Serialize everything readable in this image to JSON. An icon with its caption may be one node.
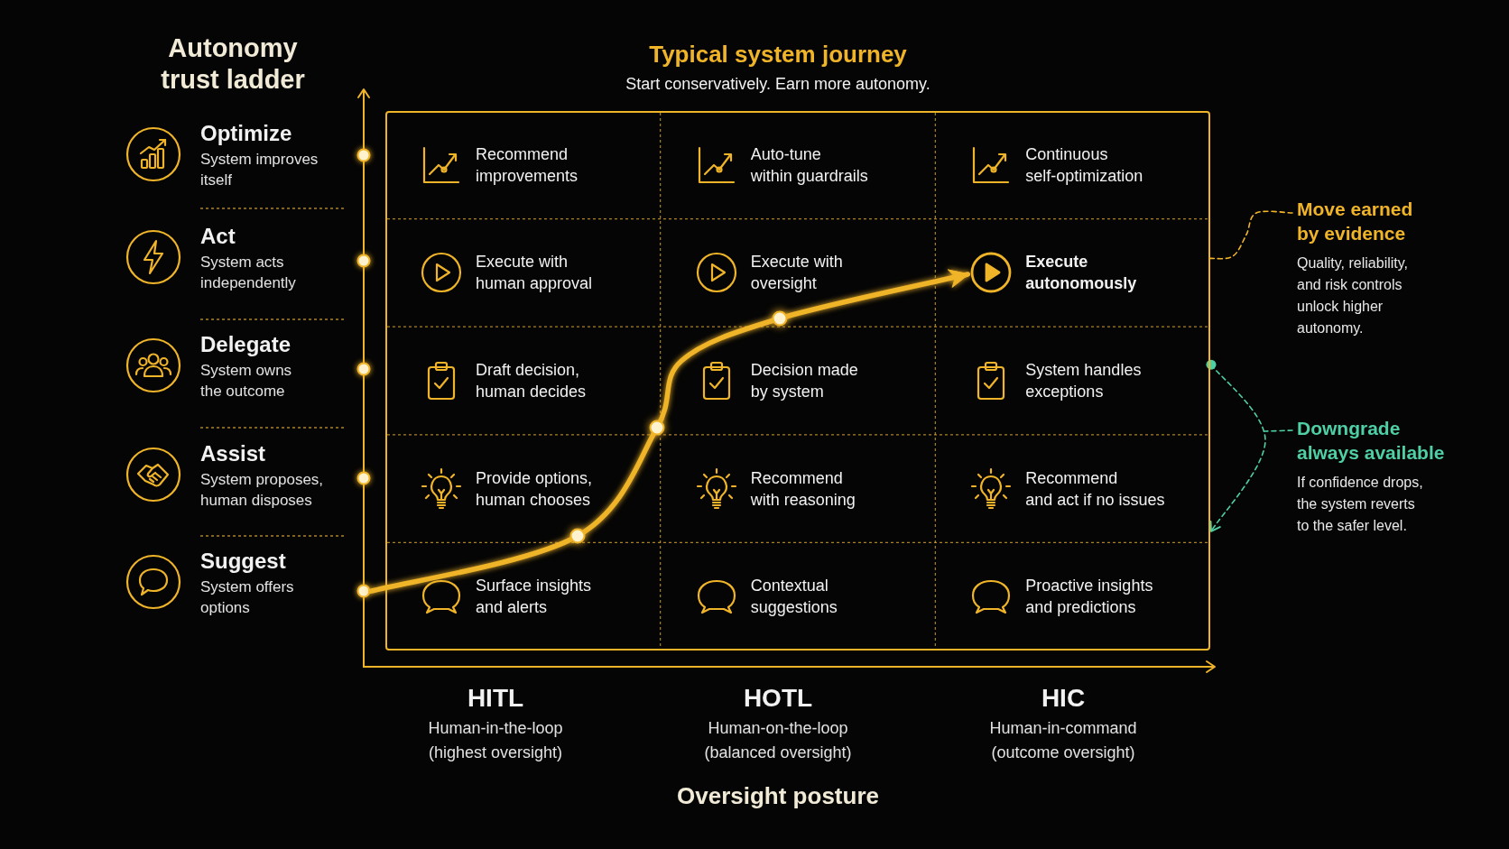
{
  "diagram": {
    "title": "Typical system journey",
    "nodes": [
      {
        "text": [
          "Optimize",
          "System improves itself"
        ]
      },
      {
        "text": [
          "Act",
          "System acts independently"
        ]
      },
      {
        "text": [
          "Delegate",
          "System owns the outcome"
        ]
      },
      {
        "text": [
          "Assist",
          "System proposes, human disposes"
        ]
      },
      {
        "text": [
          "Suggest",
          "System offers options"
        ]
      },
      {
        "text": [
          "Recommend improvements"
        ]
      },
      {
        "text": [
          "Auto-tune within guardrails"
        ]
      },
      {
        "text": [
          "Continuous self-optimization"
        ]
      },
      {
        "text": [
          "Execute with human approval"
        ]
      },
      {
        "text": [
          "Execute with oversight"
        ]
      },
      {
        "text": [
          "Execute autonomously"
        ]
      },
      {
        "text": [
          "Draft decision, human decides"
        ]
      },
      {
        "text": [
          "Decision made by system"
        ]
      },
      {
        "text": [
          "System handles exceptions"
        ]
      },
      {
        "text": [
          "Provide options, human chooses"
        ]
      },
      {
        "text": [
          "Recommend with reasoning"
        ]
      },
      {
        "text": [
          "Recommend and act if no issues"
        ]
      },
      {
        "text": [
          "Surface insights and alerts"
        ]
      },
      {
        "text": [
          "Contextual suggestions"
        ]
      },
      {
        "text": [
          "Proactive insights and predictions"
        ]
      },
      {
        "text": [
          "Move earned by evidence",
          "Quality, reliability, and risk controls unlock higher autonomy."
        ]
      },
      {
        "text": [
          "Downgrade always available",
          "If confidence drops, the system reverts to the safer level."
        ]
      }
    ],
    "edges": [
      {
        "from": 17,
        "to": 10,
        "arrow": "to",
        "style": "thick"
      },
      {
        "from": 20,
        "to": 10,
        "arrow": "none",
        "style": "dashed"
      },
      {
        "from": 13,
        "to": 16,
        "arrow": "to",
        "style": "dashed",
        "color": "#4ecfa6"
      },
      {
        "from": 21,
        "to": null,
        "arrow": "none",
        "style": "dashed",
        "color": "#4ecfa6"
      }
    ],
    "labels": [
      "Autonomy trust ladder",
      "Start conservatively. Earn more autonomy.",
      "HITL",
      "Human-in-the-loop (highest oversight)",
      "HOTL",
      "Human-on-the-loop (balanced oversight)",
      "HIC",
      "Human-in-command (outcome oversight)",
      "Oversight posture"
    ]
  }
}
